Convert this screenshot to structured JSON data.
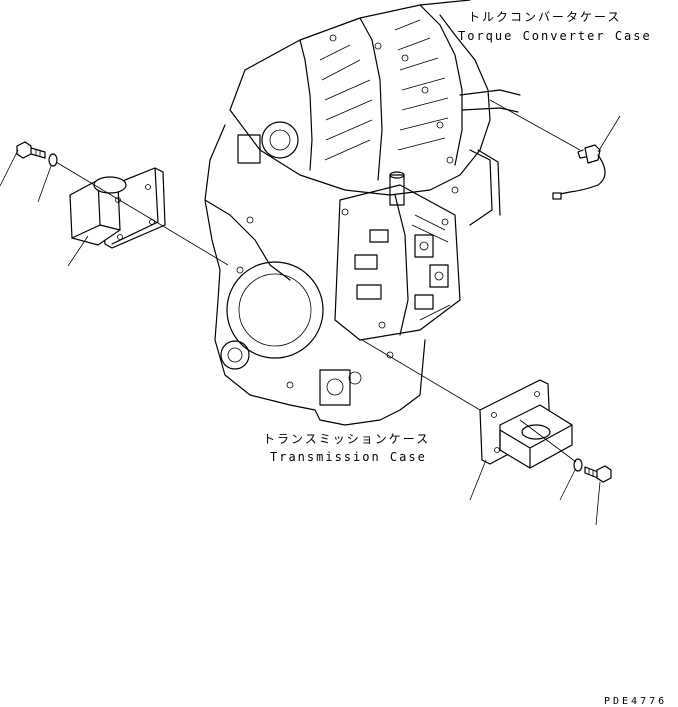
{
  "labels": {
    "torque_jp": "トルクコンバータケース",
    "torque_en": "Torque Converter Case",
    "trans_jp": "トランスミッションケース",
    "trans_en": "Transmission Case",
    "drawing_code": "PDE4776"
  }
}
